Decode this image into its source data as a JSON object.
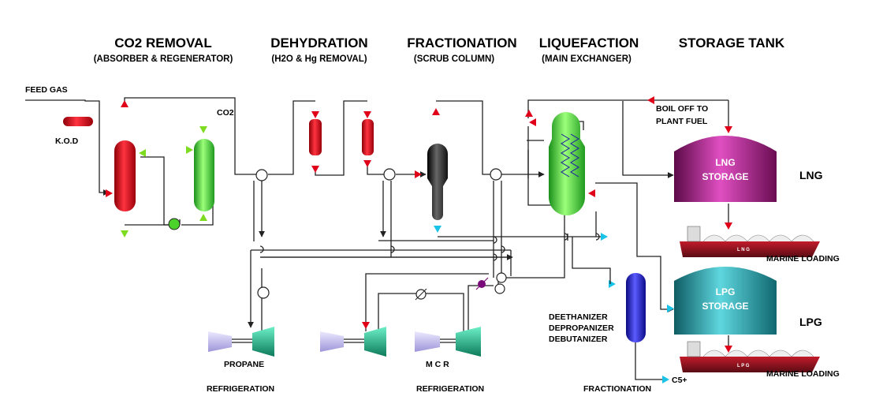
{
  "sections": [
    {
      "title": "CO2 REMOVAL",
      "subtitle": "(ABSORBER & REGENERATOR)"
    },
    {
      "title": "DEHYDRATION",
      "subtitle": "(H2O & Hg REMOVAL)"
    },
    {
      "title": "FRACTIONATION",
      "subtitle": "(SCRUB COLUMN)"
    },
    {
      "title": "LIQUEFACTION",
      "subtitle": "(MAIN EXCHANGER)"
    },
    {
      "title": "STORAGE TANK",
      "subtitle": ""
    }
  ],
  "labels": {
    "feed_gas": "FEED GAS",
    "kod": "K.O.D",
    "co2": "CO2",
    "boil_off_1": "BOIL OFF TO",
    "boil_off_2": "PLANT FUEL",
    "lng_tank_1": "LNG",
    "lng_tank_2": "STORAGE",
    "lpg_tank_1": "LPG",
    "lpg_tank_2": "STORAGE",
    "lng": "LNG",
    "lpg": "LPG",
    "marine_loading_lng": "MARINE LOADING",
    "marine_loading_lpg": "MARINE LOADING",
    "ship_lng_marking": "L  N  G",
    "ship_lpg_marking": "L  P  G",
    "propane": "PROPANE",
    "mcr": "M C R",
    "refrigeration_1": "REFRIGERATION",
    "refrigeration_2": "REFRIGERATION",
    "deethanizer": "DEETHANIZER",
    "depropanizer": "DEPROPANIZER",
    "debutanizer": "DEBUTANIZER",
    "fractionation": "FRACTIONATION",
    "c5plus": "C5+"
  },
  "colors": {
    "arrow_red": "#e0001a",
    "arrow_green": "#7ddc1f",
    "arrow_cyan": "#19c3e8",
    "absorber_red": "#e8101f",
    "regenerator_green": "#33d633",
    "scrub_black": "#222222",
    "exchanger_green": "#3ee03e",
    "fractionator_blue": "#1a1ad8",
    "lng_tank": "#a0207f",
    "lpg_tank": "#24a6b0",
    "compressor_teal": "#1fb38a",
    "compressor_lavender": "#c9c3ee"
  }
}
